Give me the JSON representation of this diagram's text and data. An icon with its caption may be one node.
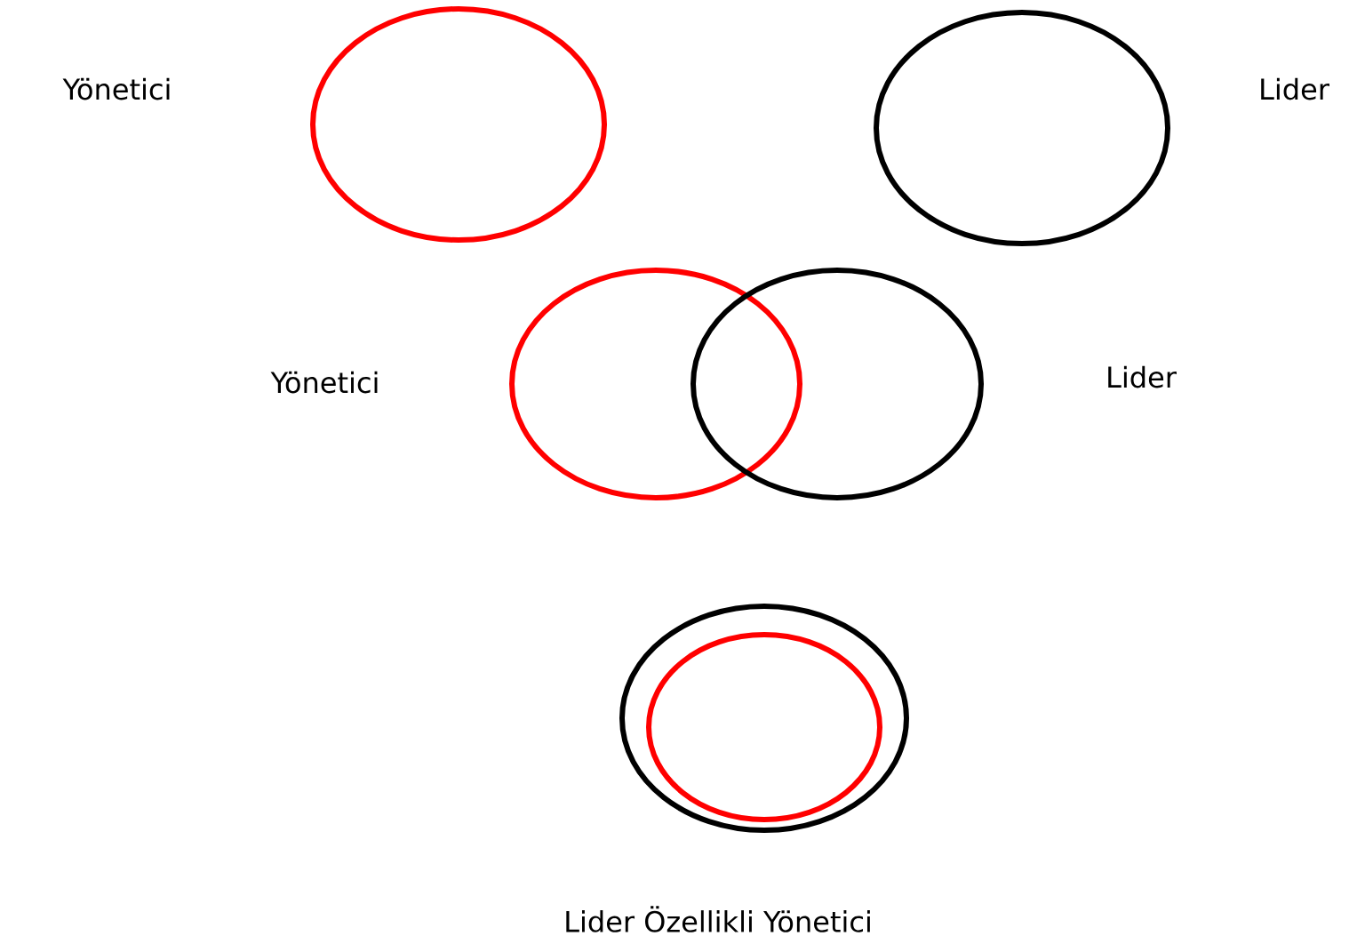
{
  "diagram": {
    "nodes": [
      {
        "text": [],
        "shape": "circle"
      },
      {
        "text": [],
        "shape": "circle"
      },
      {
        "text": [],
        "shape": "circle"
      },
      {
        "text": [],
        "shape": "circle"
      },
      {
        "text": [],
        "shape": "circle",
        "beside": [
          "Lider Özellikli Yönetici"
        ]
      },
      {
        "text": [],
        "shape": "circle",
        "in": 4
      }
    ],
    "labels": [
      "Yönetici",
      "Lider",
      "Yönetici",
      "Lider"
    ]
  }
}
